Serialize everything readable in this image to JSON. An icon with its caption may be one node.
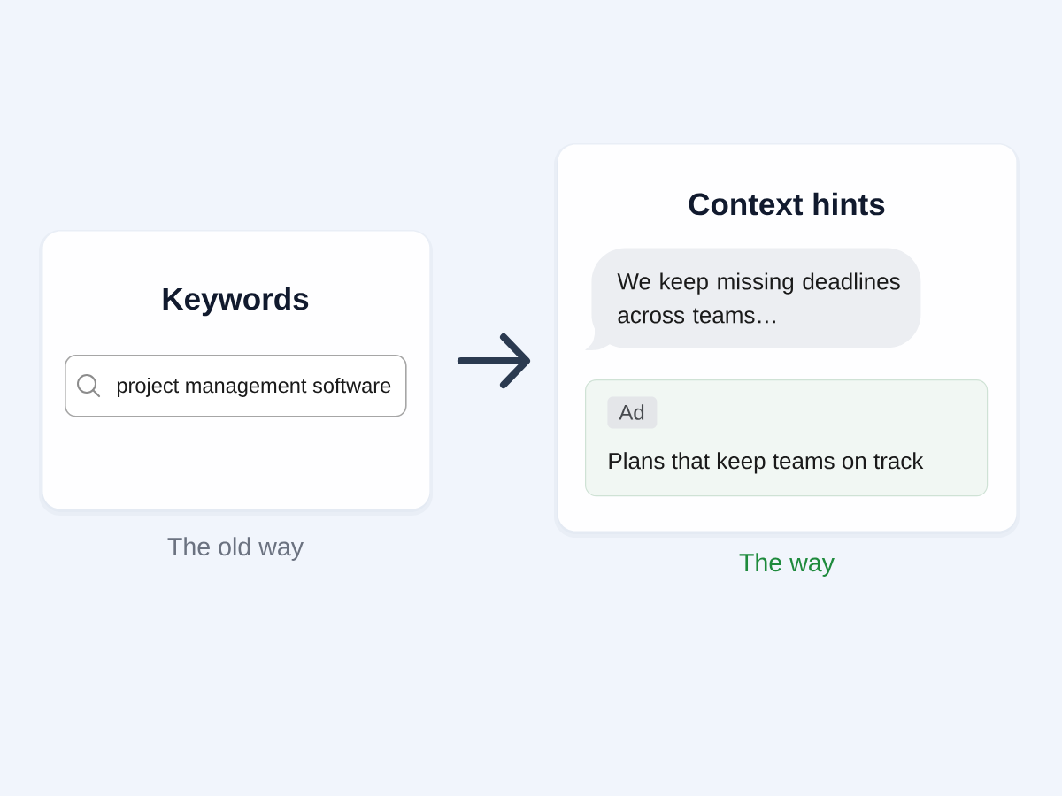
{
  "diagram": {
    "nodes": [
      {
        "text": [
          "Keywords"
        ],
        "beside": [
          "The old way"
        ]
      },
      {
        "text": [
          "project management software"
        ],
        "in": 0
      },
      {
        "text": [
          "Context hints"
        ],
        "beside": [
          "The way"
        ]
      },
      {
        "text": [
          "We keep missing deadlines across teams…"
        ],
        "in": 2
      },
      {
        "text": [
          "Plans that keep teams on track"
        ],
        "in": 2
      },
      {
        "text": [
          "Ad"
        ],
        "in": 4
      }
    ],
    "edges": [
      {
        "from": 0,
        "to": 2,
        "arrow": "to"
      }
    ]
  }
}
